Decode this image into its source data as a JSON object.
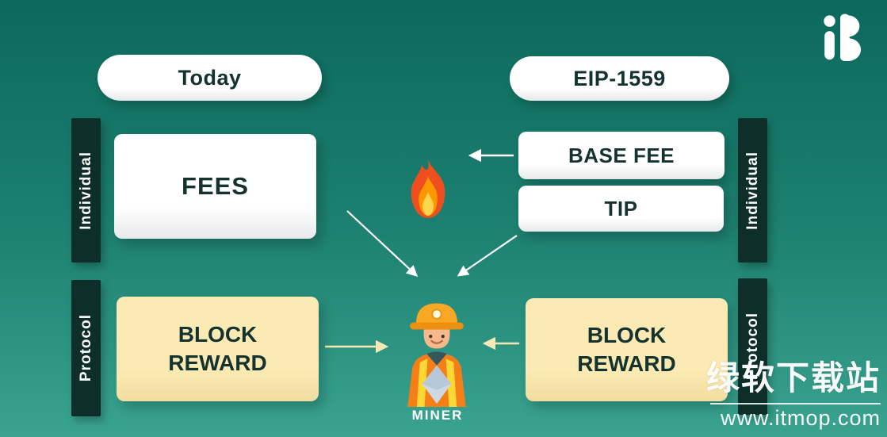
{
  "title": "Today vs EIP-1559 mining rewards diagram",
  "labels": {
    "today": "Today",
    "eip1559": "EIP-1559",
    "individual": "Individual",
    "protocol": "Protocol",
    "fees": "FEES",
    "base_fee": "BASE FEE",
    "tip": "TIP",
    "block_reward": "BLOCK REWARD",
    "miner": "MINER"
  },
  "icons": {
    "fire": "fire-icon",
    "miner": "miner-illustration",
    "logo": "site-logo"
  },
  "watermark": {
    "site_name": "绿软下载站",
    "site_url": "www.itmop.com"
  },
  "colors": {
    "background_top": "#0b695c",
    "background_bottom": "#3aa390",
    "panel_white": "#ffffff",
    "panel_yellow": "#fbeab4",
    "bar_dark": "#0d2e29",
    "text_dark": "#14332f",
    "arrow_white": "#ffffff",
    "arrow_yellow": "#f7e9b6"
  }
}
